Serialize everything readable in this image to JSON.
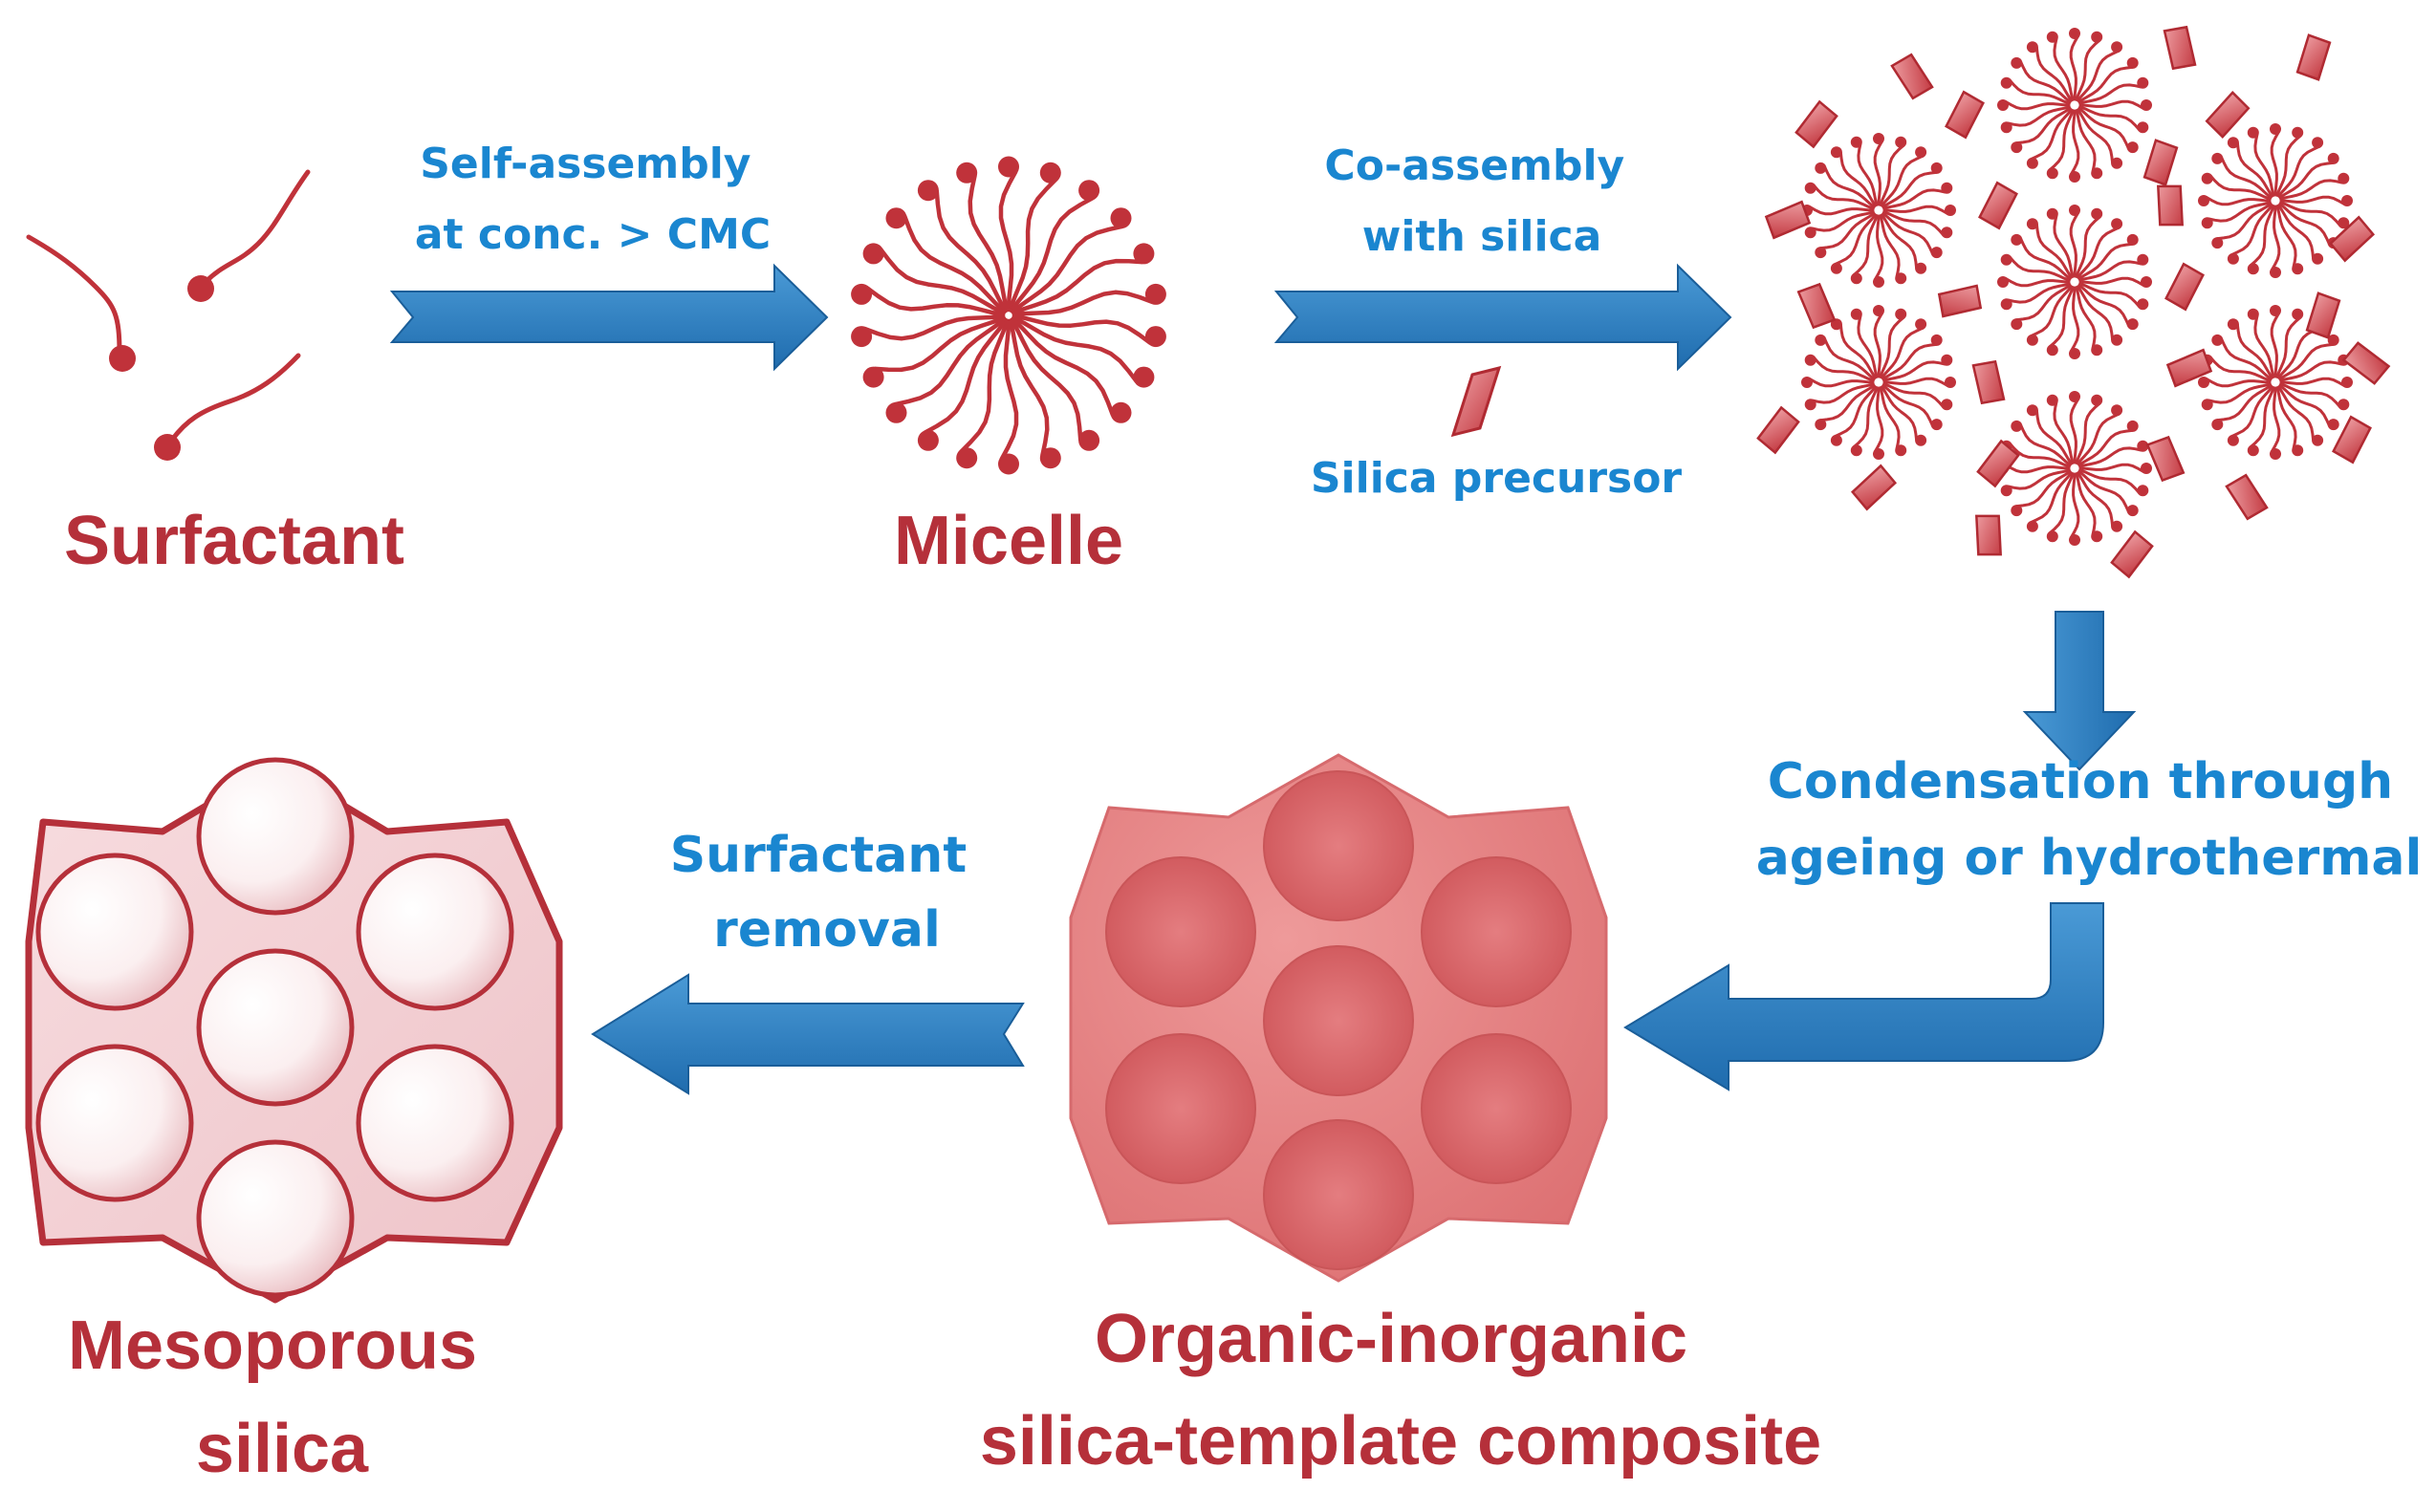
{
  "nodes": {
    "surfactant": "Surfactant",
    "micelle": "Micelle",
    "mesoporous": [
      "Mesoporous",
      "silica"
    ],
    "composite": [
      "Organic-inorganic",
      "silica-template composite"
    ]
  },
  "arrows": {
    "self_assembly": [
      "Self-assembly",
      "at conc. > CMC"
    ],
    "co_assembly": [
      "Co-assembly",
      "with silica"
    ],
    "silica_precursor": "Silica precursor",
    "condensation": [
      "Condensation through",
      "ageing or hydrothermal"
    ],
    "surfactant_removal": [
      "Surfactant",
      "removal"
    ]
  },
  "colors": {
    "surfactant_red": "#c0323a",
    "arrow_blue": "#2a7fc0",
    "label_blue": "#1a86d0",
    "composite_pink": "#e07878"
  }
}
